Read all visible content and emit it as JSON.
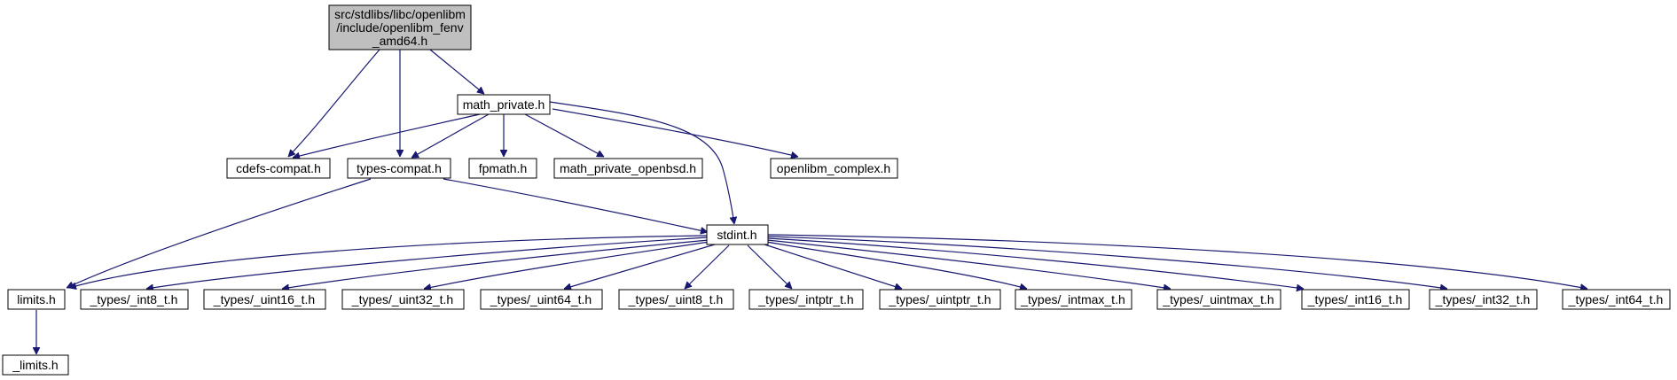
{
  "diagram": {
    "nodes": {
      "root": {
        "lines": [
          "src/stdlibs/libc/openlibm",
          "/include/openlibm_fenv",
          "_amd64.h"
        ]
      },
      "math_private": {
        "label": "math_private.h"
      },
      "cdefs_compat": {
        "label": "cdefs-compat.h"
      },
      "types_compat": {
        "label": "types-compat.h"
      },
      "fpmath": {
        "label": "fpmath.h"
      },
      "math_private_openbsd": {
        "label": "math_private_openbsd.h"
      },
      "openlibm_complex": {
        "label": "openlibm_complex.h"
      },
      "stdint": {
        "label": "stdint.h"
      },
      "limits": {
        "label": "limits.h"
      },
      "int8": {
        "label": "_types/_int8_t.h"
      },
      "uint16": {
        "label": "_types/_uint16_t.h"
      },
      "uint32": {
        "label": "_types/_uint32_t.h"
      },
      "uint64": {
        "label": "_types/_uint64_t.h"
      },
      "uint8": {
        "label": "_types/_uint8_t.h"
      },
      "intptr": {
        "label": "_types/_intptr_t.h"
      },
      "uintptr": {
        "label": "_types/_uintptr_t.h"
      },
      "intmax": {
        "label": "_types/_intmax_t.h"
      },
      "uintmax": {
        "label": "_types/_uintmax_t.h"
      },
      "int16": {
        "label": "_types/_int16_t.h"
      },
      "int32": {
        "label": "_types/_int32_t.h"
      },
      "int64": {
        "label": "_types/_int64_t.h"
      },
      "limits_private": {
        "label": "_limits.h"
      }
    },
    "colors": {
      "edge": "#191970",
      "root_fill": "#bfbfbf",
      "node_fill": "#ffffff",
      "border": "#000000"
    }
  }
}
